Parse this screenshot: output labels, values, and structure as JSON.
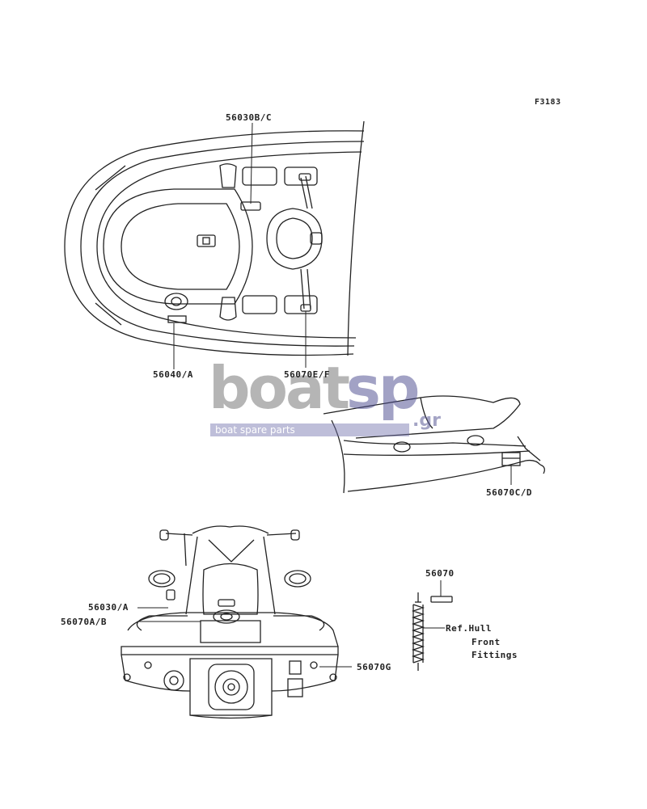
{
  "figure_code": "F3183",
  "watermark": {
    "main": "boat",
    "accent": "sp",
    "tld": ".gr",
    "tagline": "boat spare parts"
  },
  "labels": {
    "l_56030BC": "56030B/C",
    "l_56040A": "56040/A",
    "l_56070EF": "56070E/F",
    "l_56070CD": "56070C/D",
    "l_56030A": "56030/A",
    "l_56070AB": "56070A/B",
    "l_56070G": "56070G",
    "l_56070": "56070",
    "l_refhull_1": "Ref.Hull",
    "l_refhull_2": "Front",
    "l_refhull_3": "Fittings"
  }
}
